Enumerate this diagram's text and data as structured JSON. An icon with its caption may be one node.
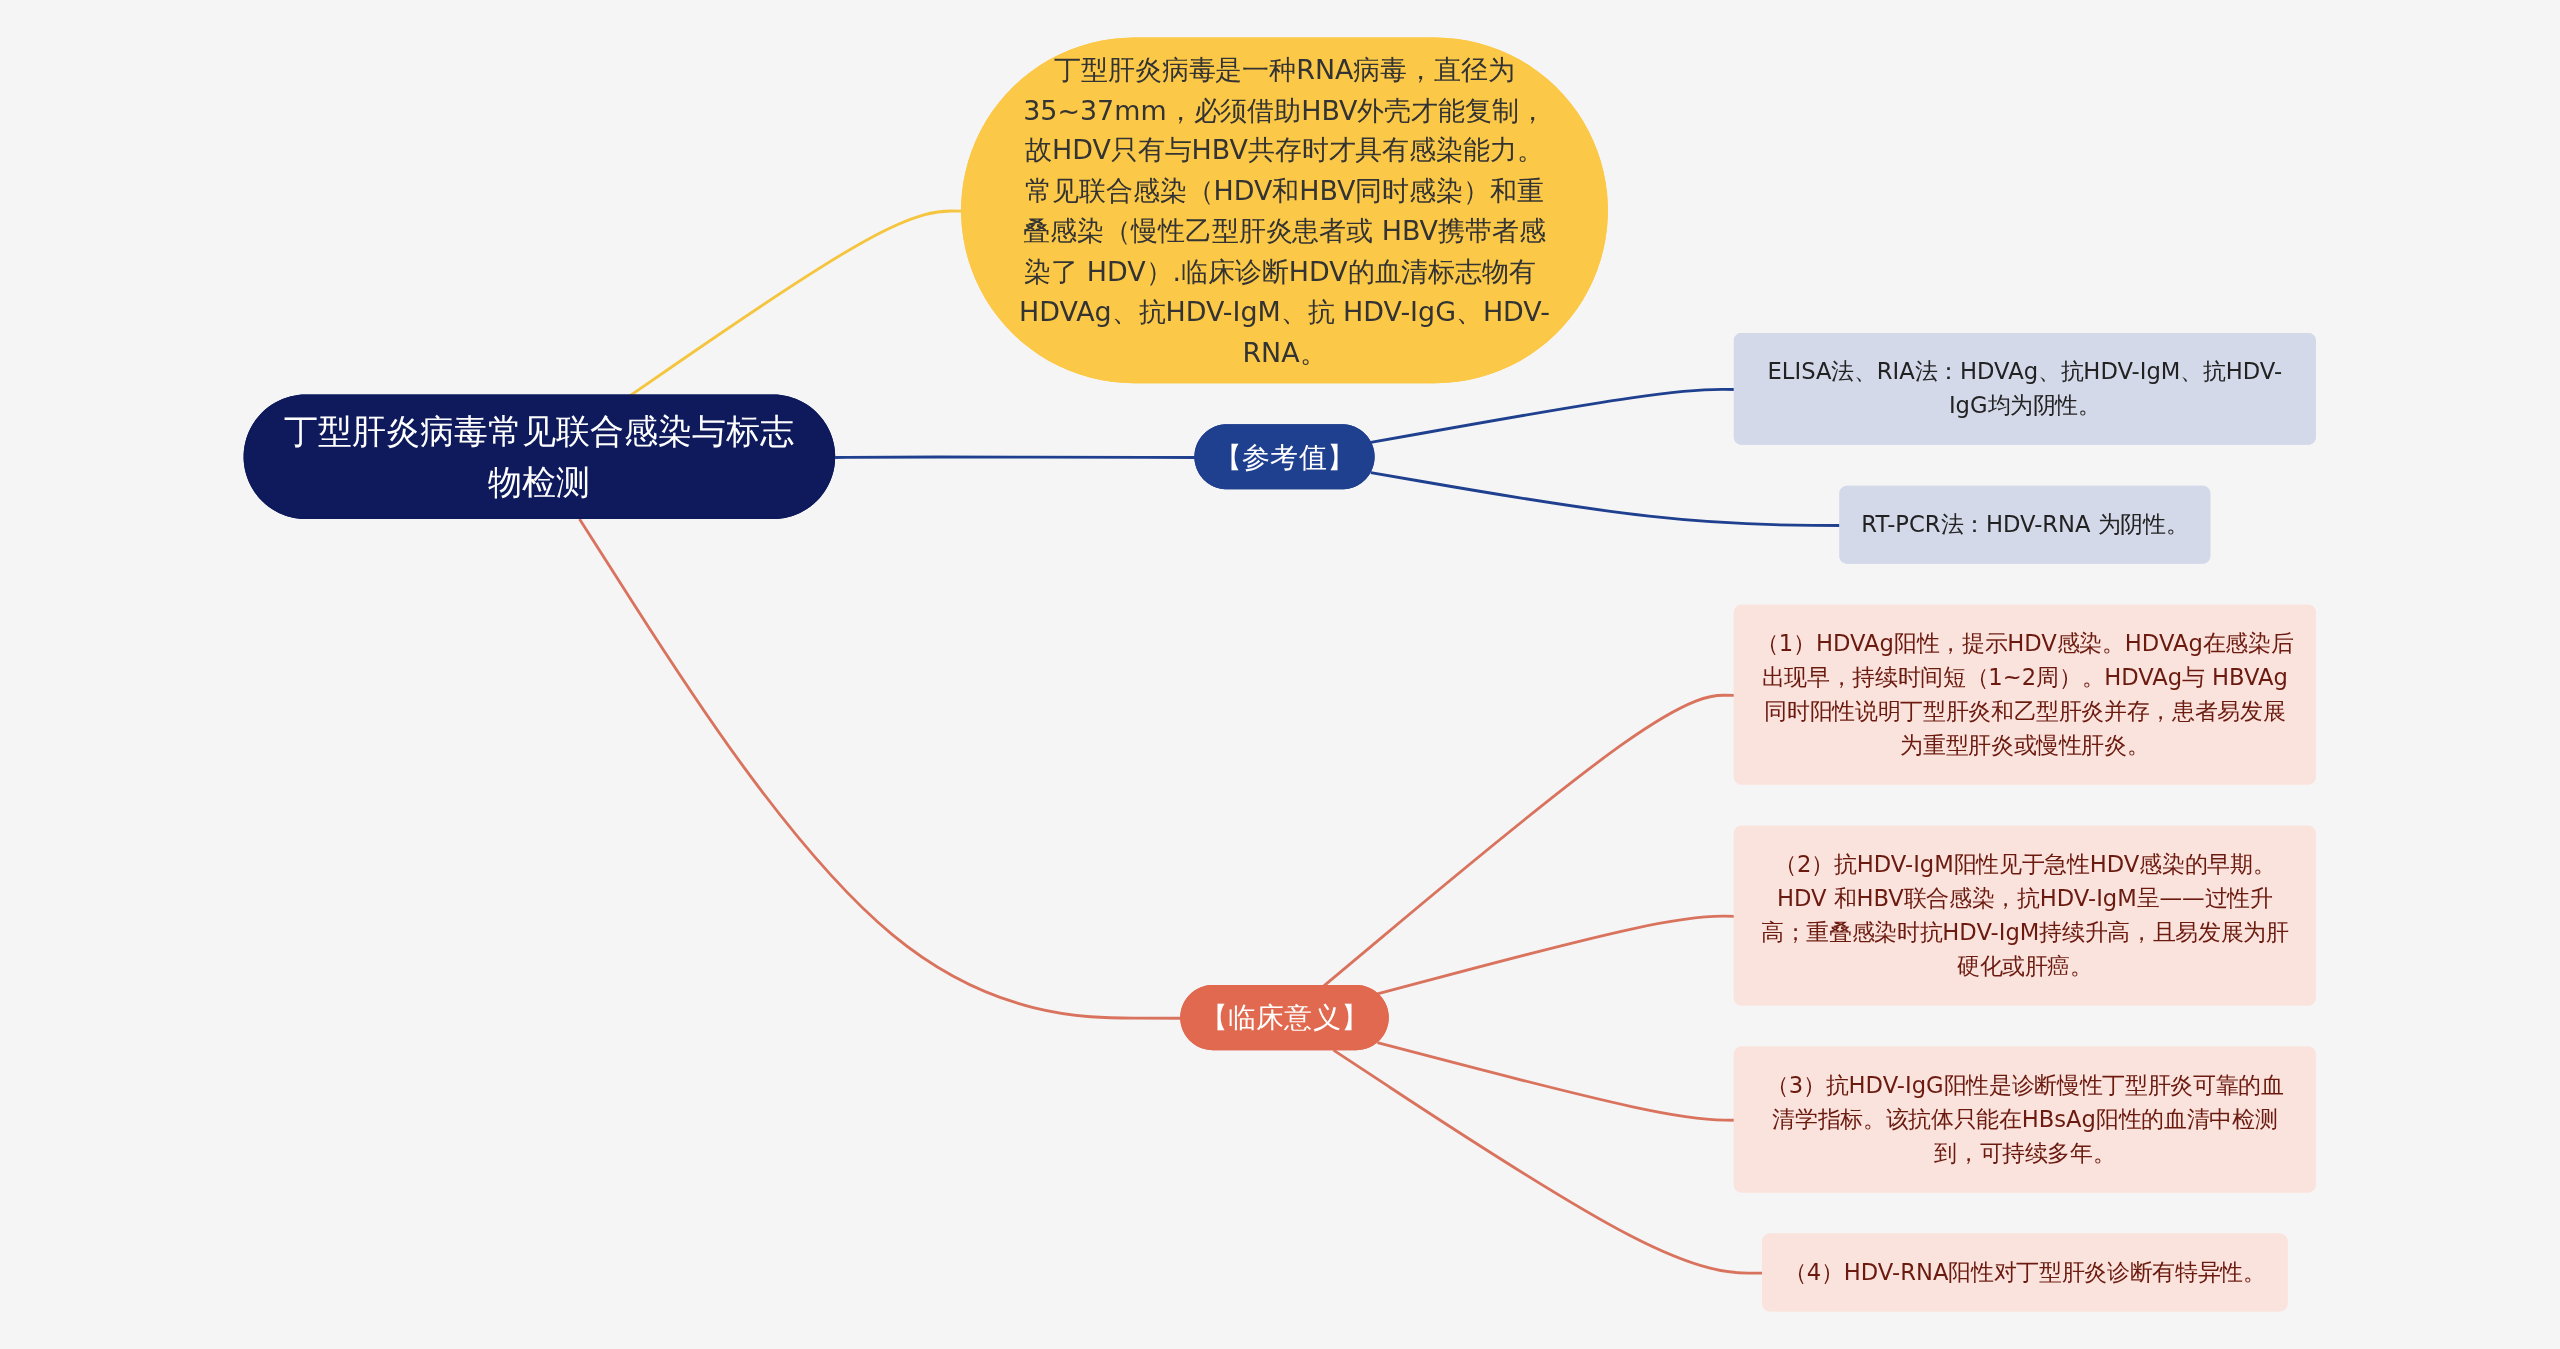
{
  "diagram": {
    "nodes": [
      {
        "text": [
          "丁型肝炎病毒常见联合感染与标志物检测"
        ]
      },
      {
        "text": [
          "丁型肝炎病毒是一种RNA病毒，直径为35~37mm，必须借助HBV外壳才能复制，故HDV只有与HBV共存时才具有感染能力。常见联合感染（HDV和HBV同时感染）和重叠感染（慢性乙型肝炎患者或 HBV携带者感染了 HDV）.临床诊断HDV的血清标志物有 HDVAg、抗HDV-IgM、抗 HDV-IgG、HDV-RNA。"
        ]
      },
      {
        "text": [
          "【参考值】"
        ]
      },
      {
        "text": [
          "ELISA法、RIA法：HDVAg、抗HDV-IgM、抗HDV-IgG均为阴性。"
        ]
      },
      {
        "text": [
          "RT-PCR法：HDV-RNA 为阴性。"
        ]
      },
      {
        "text": [
          "【临床意义】"
        ]
      },
      {
        "text": [
          "（1）HDVAg阳性，提示HDV感染。HDVAg在感染后出现早，持续时间短（1~2周）。HDVAg与 HBVAg同时阳性说明丁型肝炎和乙型肝炎并存，患者易发展为重型肝炎或慢性肝炎。"
        ]
      },
      {
        "text": [
          "（2）抗HDV-IgM阳性见于急性HDV感染的早期。HDV 和HBV联合感染，抗HDV-IgM呈——过性升高；重叠感染时抗HDV-IgM持续升高，且易发展为肝硬化或肝癌。"
        ]
      },
      {
        "text": [
          "（3）抗HDV-IgG阳性是诊断慢性丁型肝炎可靠的血清学指标。该抗体只能在HBsAg阳性的血清中检测到，可持续多年。"
        ]
      },
      {
        "text": [
          "（4）HDV-RNA阳性对丁型肝炎诊断有特异性。"
        ]
      }
    ],
    "edges": [
      {
        "from": 0,
        "to": 1,
        "arrow": "none",
        "color": "#f5c53f"
      },
      {
        "from": 0,
        "to": 2,
        "arrow": "none",
        "color": "#1f3f8f"
      },
      {
        "from": 2,
        "to": 3,
        "arrow": "none",
        "color": "#1f3f8f"
      },
      {
        "from": 2,
        "to": 4,
        "arrow": "none",
        "color": "#1f3f8f"
      },
      {
        "from": 0,
        "to": 5,
        "arrow": "none"
      },
      {
        "from": 5,
        "to": 6,
        "arrow": "none"
      },
      {
        "from": 5,
        "to": 7,
        "arrow": "none"
      },
      {
        "from": 5,
        "to": 8,
        "arrow": "none"
      },
      {
        "from": 5,
        "to": 9,
        "arrow": "none"
      }
    ]
  }
}
